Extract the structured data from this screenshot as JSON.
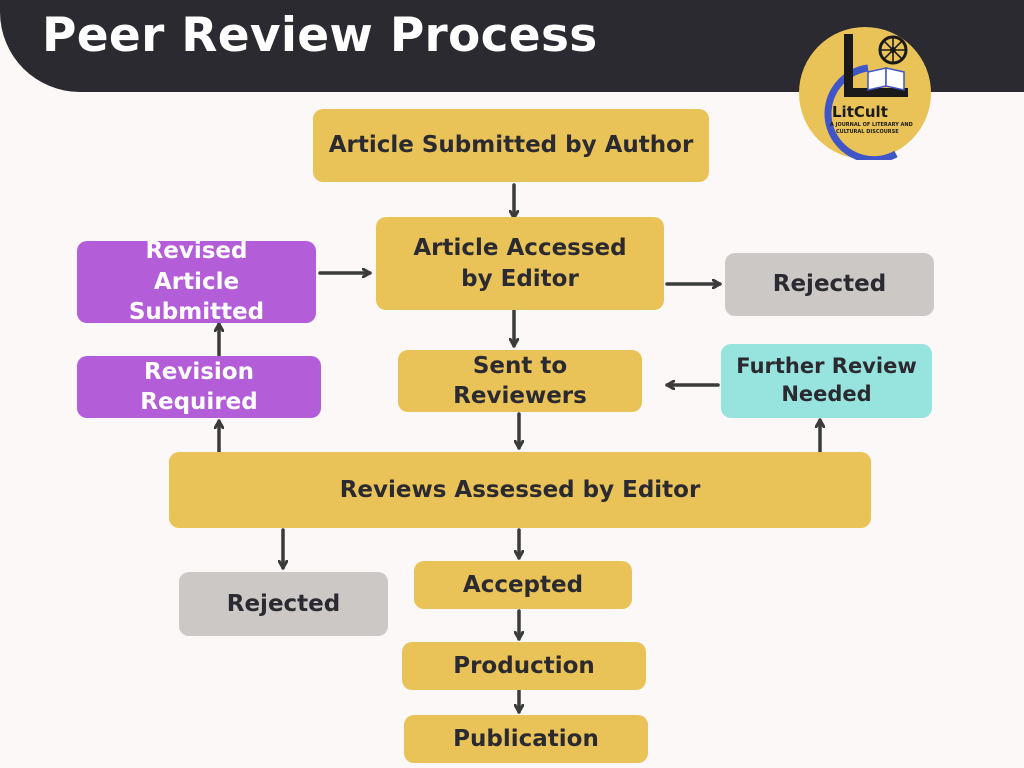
{
  "header": {
    "title": "Peer Review Process"
  },
  "logo": {
    "icon": "litcult-logo-icon",
    "name": "LitCult",
    "tagline_1": "A JOURNAL OF LITERARY AND",
    "tagline_2": "CULTURAL DISCOURSE"
  },
  "colors": {
    "header": "#2b2a30",
    "step": "#eac358",
    "rejected": "#cbc8c6",
    "revision": "#b45dd9",
    "further_review": "#97e3de",
    "arrow": "#3b3b3b"
  },
  "nodes": {
    "article_submitted": "Article Submitted by Author",
    "article_accessed": "Article Accessed by Editor",
    "rejected_1": "Rejected",
    "revised_article": "Revised Article Submitted",
    "sent_to_reviewers": "Sent to Reviewers",
    "further_review": "Further Review Needed",
    "revision_required": "Revision Required",
    "reviews_assessed": "Reviews Assessed by Editor",
    "rejected_2": "Rejected",
    "accepted": "Accepted",
    "production": "Production",
    "publication": "Publication"
  }
}
